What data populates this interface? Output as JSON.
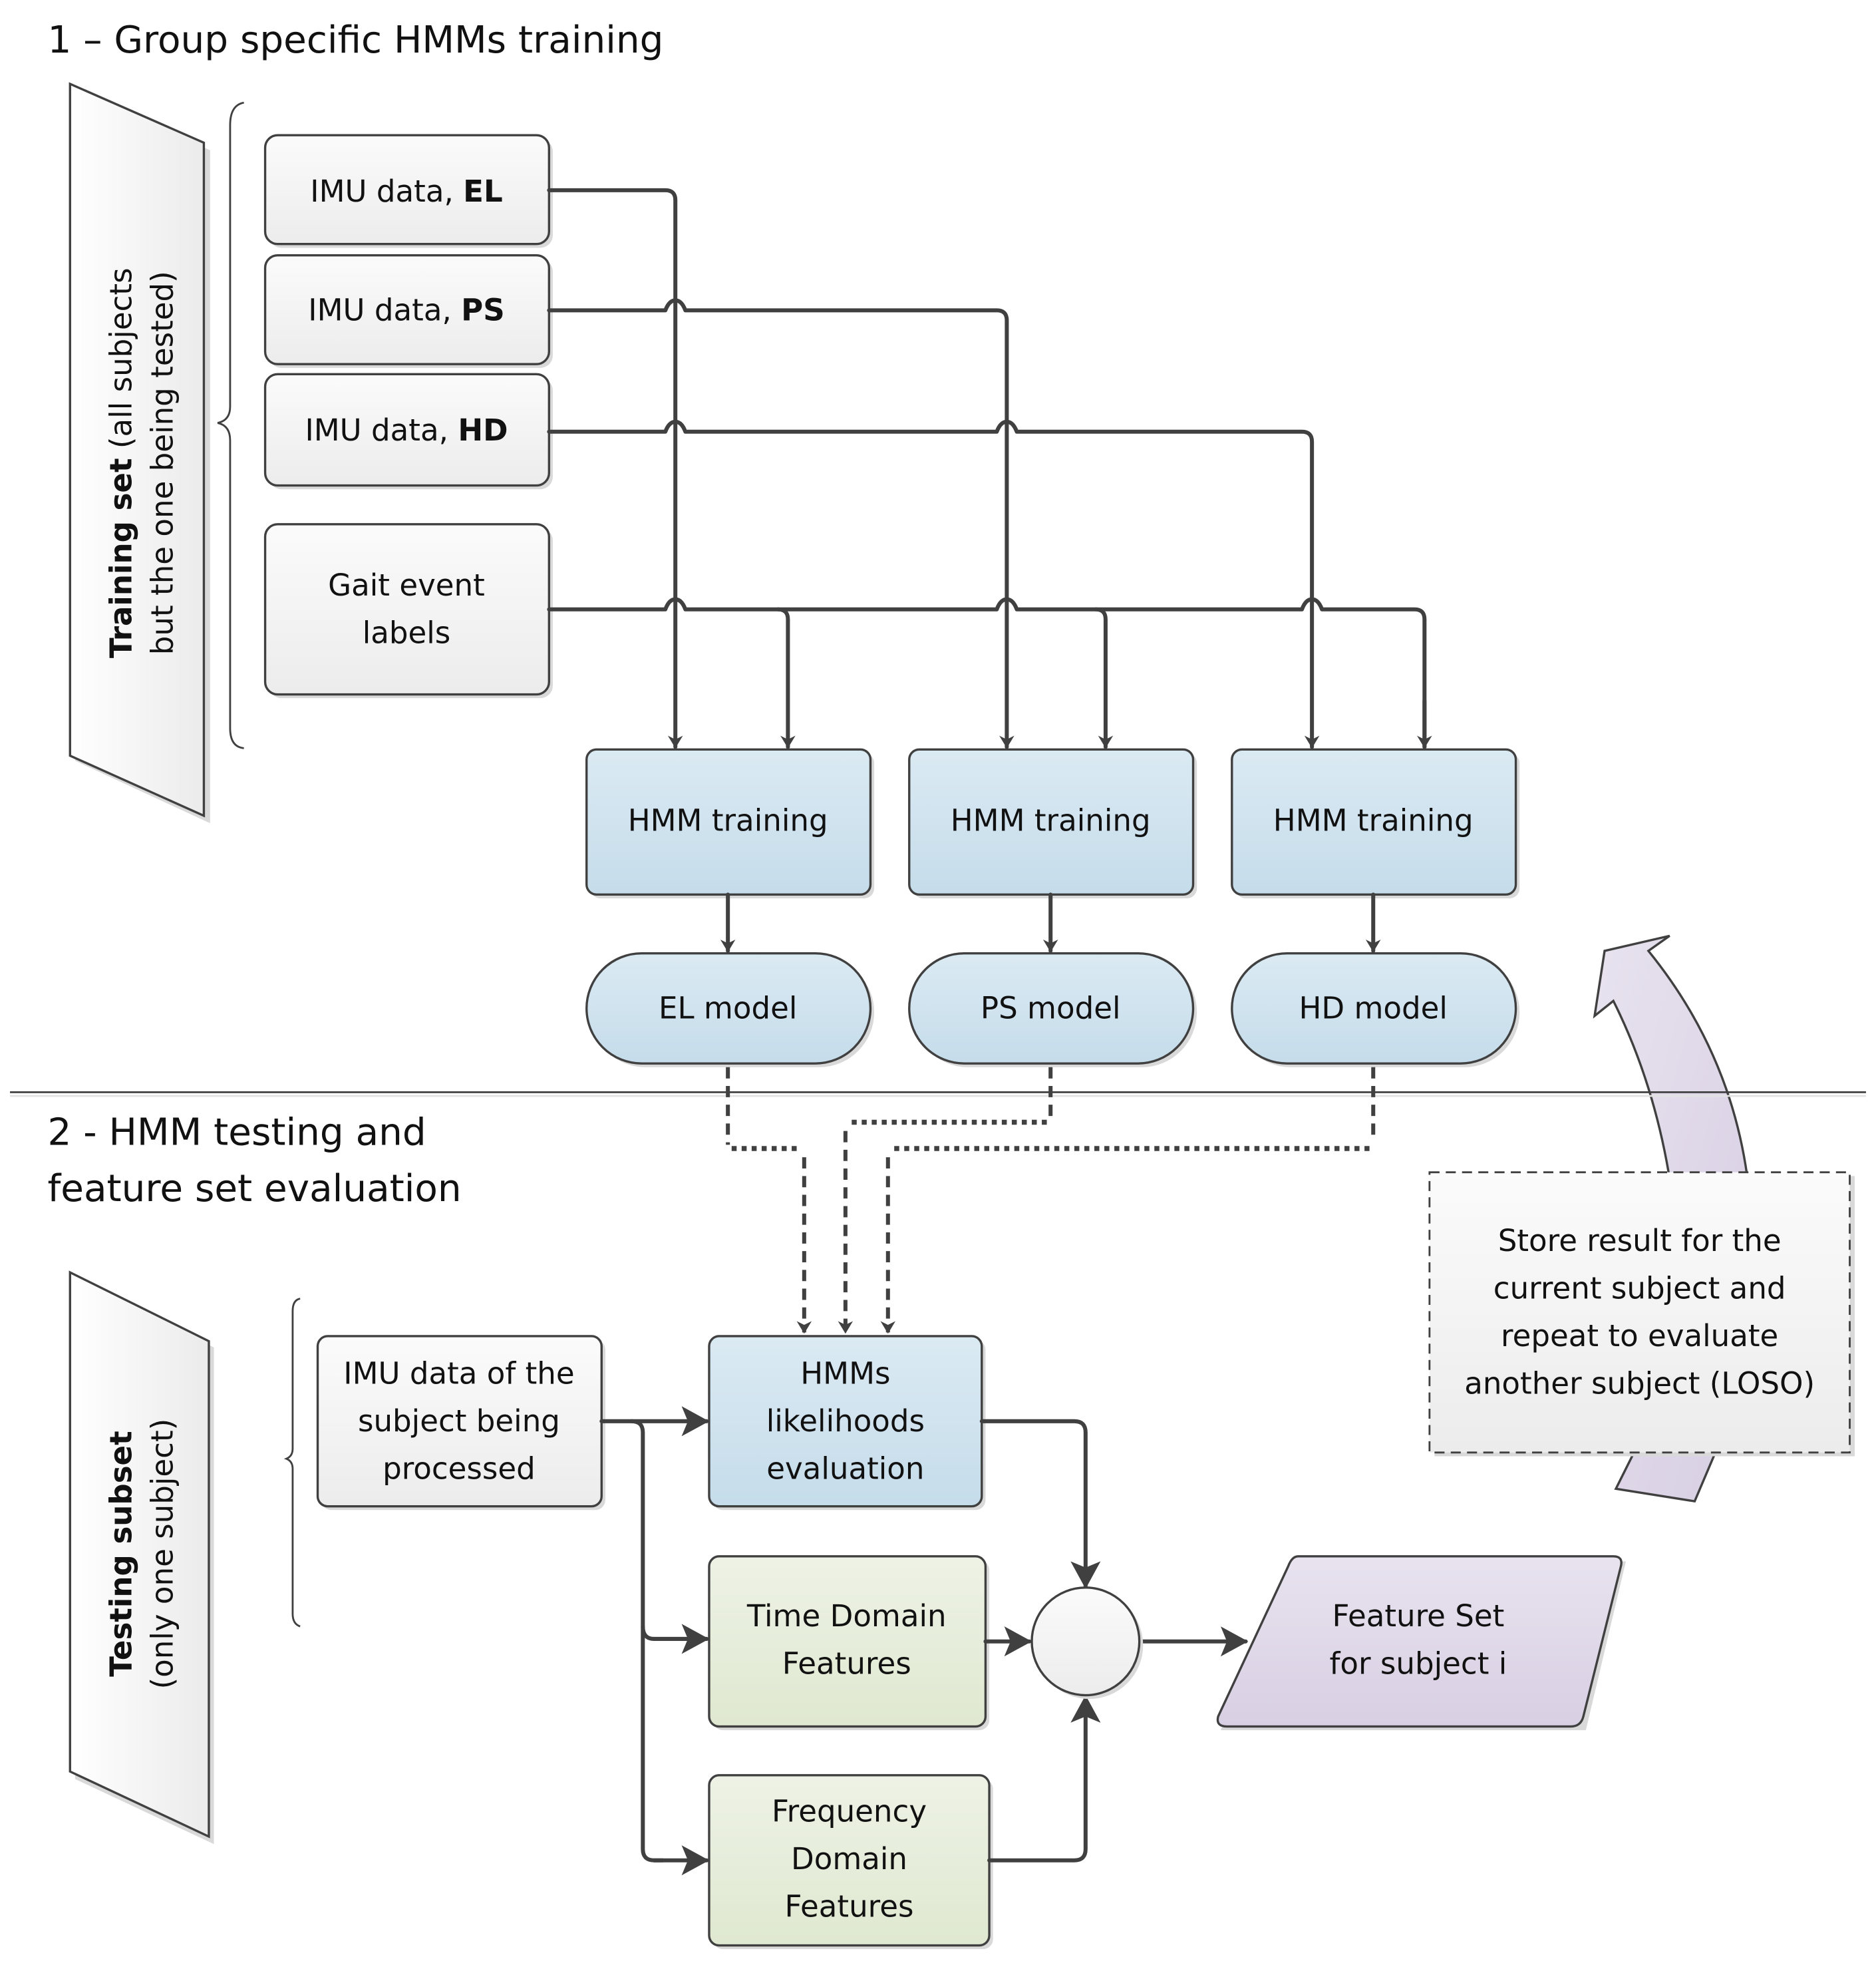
{
  "section1": {
    "title": "1 – Group specific  HMMs training",
    "side_label_bold": "Training  set",
    "side_label_rest": " (all  subjects",
    "side_label_line2": "but the one being tested)",
    "inputs": [
      {
        "prefix": "IMU data, ",
        "bold": "EL"
      },
      {
        "prefix": "IMU data, ",
        "bold": "PS"
      },
      {
        "prefix": "IMU data, ",
        "bold": "HD"
      }
    ],
    "gait_labels": [
      "Gait event",
      "labels"
    ],
    "training_boxes": [
      "HMM training",
      "HMM training",
      "HMM training"
    ],
    "models": [
      "EL model",
      "PS model",
      "HD  model"
    ]
  },
  "section2": {
    "title_line1": "2 - HMM testing and",
    "title_line2": " feature set evaluation",
    "side_label_bold": "Testing subset",
    "side_label_line2": "(only one subject)",
    "imu_subject": [
      "IMU data of the",
      "subject being",
      "processed"
    ],
    "likelihoods": [
      "HMMs",
      "likelihoods",
      "evaluation"
    ],
    "time_domain": [
      "Time Domain",
      "Features"
    ],
    "freq_domain": [
      "Frequency",
      "Domain",
      "Features"
    ],
    "feature_set": [
      "Feature Set",
      "for subject i"
    ],
    "loso_note": [
      "Store result for the",
      "current subject and",
      "repeat to evaluate",
      "another subject (LOSO)"
    ]
  },
  "colors": {
    "line": "#404040",
    "gray_box_top": "#fbfbfb",
    "gray_box_bottom": "#ececec",
    "blue_top": "#dbeaf3",
    "blue_bottom": "#c5dcea",
    "green_top": "#eef2e6",
    "green_bottom": "#dfe8d0",
    "purple_top": "#e8e3ef",
    "purple_bottom": "#d8cfe3"
  }
}
